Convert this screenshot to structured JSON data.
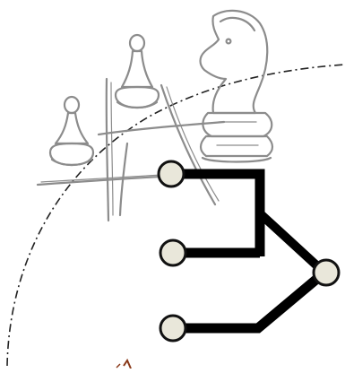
{
  "diagram": {
    "kind": "chess-themed branching tree illustration",
    "colors": {
      "background": "#ffffff",
      "sketch_stroke": "#8c8c8c",
      "sketch_fill": "#f0f0f0",
      "connector": "#000000",
      "node_fill": "#e9e7da",
      "node_stroke": "#111111",
      "arc": "#222222",
      "accent_mark": "#8a3a1a"
    },
    "pieces": [
      {
        "icon": "pawn-icon",
        "name": "pawn-small"
      },
      {
        "icon": "pawn-icon",
        "name": "pawn-tall"
      },
      {
        "icon": "knight-icon",
        "name": "knight"
      }
    ],
    "nodes": [
      {
        "name": "node-top"
      },
      {
        "name": "node-middle"
      },
      {
        "name": "node-bottom"
      },
      {
        "name": "node-right"
      }
    ],
    "text_labels": []
  }
}
